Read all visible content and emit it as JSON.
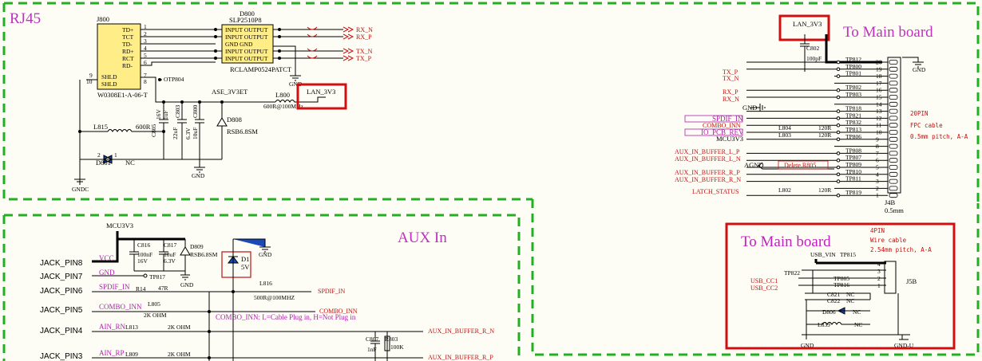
{
  "sections": {
    "rj45_title": "RJ45",
    "aux_title": "AUX In",
    "main_board_top": "To Main board",
    "main_board_bottom": "To Main board"
  },
  "rj45": {
    "connector_ref": "J800",
    "connector_part": "W0308E1-A-06-T",
    "pins_left": [
      "TD+",
      "TCT",
      "TD-",
      "RD+",
      "RCT",
      "RD-"
    ],
    "pin_numbers": [
      "1",
      "2",
      "3",
      "4",
      "5",
      "6"
    ],
    "shld": [
      "SHLD",
      "SHLD"
    ],
    "shld_pins": [
      "9",
      "10",
      "7",
      "8"
    ],
    "tvs_ref": "D800",
    "tvs_part": "SLP2510P8",
    "tvs_part2": "RCLAMP0524PATCT",
    "tvs_rows": [
      "INPUT OUTPUT",
      "INPUT OUTPUT",
      "GND    GND",
      "INPUT OUTPUT",
      "INPUT OUTPUT"
    ],
    "nets_right": [
      "RX_N",
      "RX_P",
      "TX_N",
      "TX_P"
    ],
    "gnd": "GND",
    "otp": "OTP804",
    "ase": "ASE_3V3ET",
    "lan": "LAN_3V3",
    "l800": "L800",
    "l800_val": "600R@100MHz",
    "c805": "C805",
    "c805_val": "1uF",
    "c805_v": "16V",
    "c803": "C803",
    "c803_val": "22uF",
    "c803_v": "6.3V",
    "c800": "C800",
    "c800_val": "10uF",
    "d808": "D808",
    "d808_val": "RSB6.8SM",
    "l815": "L815",
    "l815_val": "600R",
    "d801": "D801",
    "d801_val": "NC",
    "gndc": "GNDC"
  },
  "fpc": {
    "lan": "LAN_3V3",
    "c802": "C802",
    "c802_val": "100pF",
    "gnd": "GND",
    "j4b": "J4B",
    "j4b_pitch": "0.5mm",
    "note": [
      "20PIN",
      "FPC cable",
      "0.5mm pitch, A-A"
    ],
    "left_nets": [
      {
        "label": "TX_P",
        "tp": "TP812",
        "pin": "20"
      },
      {
        "label": "TX_N",
        "tp": "TP800",
        "pin": "19"
      },
      {
        "label": "",
        "tp": "TP801",
        "pin": "18"
      },
      {
        "label": "",
        "tp": "",
        "pin": "17"
      },
      {
        "label": "RX_P",
        "tp": "TP802",
        "pin": "16"
      },
      {
        "label": "RX_N",
        "tp": "TP803",
        "pin": "15"
      },
      {
        "label": "",
        "tp": "",
        "pin": "14"
      },
      {
        "label": "GND",
        "tp": "TP818",
        "pin": "13"
      },
      {
        "label": "SPDIF_IN",
        "tp": "TP821",
        "pin": "12"
      },
      {
        "label": "COMBO_INN",
        "tp": "TP832",
        "pin": "11"
      },
      {
        "label": "IO_PCB_REV",
        "tp": "TP813",
        "pin": "10"
      },
      {
        "label": "MCU3V3",
        "tp": "TP806",
        "pin": "9"
      },
      {
        "label": "",
        "tp": "",
        "pin": "8"
      },
      {
        "label": "AUX_IN_BUFFER_L_P",
        "tp": "TP808",
        "pin": "7"
      },
      {
        "label": "AUX_IN_BUFFER_L_N",
        "tp": "TP807",
        "pin": "6"
      },
      {
        "label": "AGND",
        "tp": "TP809",
        "pin": "5"
      },
      {
        "label": "AUX_IN_BUFFER_R_P",
        "tp": "TP810",
        "pin": "4"
      },
      {
        "label": "AUX_IN_BUFFER_R_N",
        "tp": "TP811",
        "pin": "3"
      },
      {
        "label": "",
        "tp": "",
        "pin": "2"
      },
      {
        "label": "LATCH_STATUS",
        "tp": "TP819",
        "pin": "1"
      }
    ],
    "l804": "L804",
    "l804_val": "120R",
    "l803": "L803",
    "l803_val": "120R",
    "l802": "L802",
    "l802_val": "120R",
    "delete": "Delete R805"
  },
  "wire": {
    "note": [
      "4PIN",
      "Wire cable",
      "2.54mm pitch, A-A"
    ],
    "usb_vin": "USB_VIN",
    "tp815": "TP815",
    "tp822": "TP822",
    "tp805": "TP805",
    "tp816": "TP816",
    "usb_cc1": "USB_CC1",
    "usb_cc2": "USB_CC2",
    "c821": "C821",
    "c822": "C822",
    "nc": "NC",
    "d806": "D806",
    "l839": "L839",
    "j5b": "J5B",
    "gnd": "GND",
    "gnd_u": "GND-U",
    "pins": [
      "4",
      "3",
      "2",
      "1"
    ]
  },
  "aux": {
    "mcu": "MCU3V3",
    "jack_pins": [
      "JACK_PIN8",
      "JACK_PIN7",
      "JACK_PIN6",
      "JACK_PIN5",
      "JACK_PIN4",
      "JACK_PIN3"
    ],
    "vcc": "VCC",
    "gnd": "GND",
    "spdif": "SPDIF_IN",
    "combo": "COMBO_INN",
    "ain_rn": "AIN_RN",
    "ain_rp": "AIN_RP",
    "c816": "C816",
    "c816_val": "100nF",
    "c816_v": "16V",
    "c817": "C817",
    "c817_val": "10uF",
    "c817_v": "6.3V",
    "d809": "D809",
    "d809_val": "RSB6.8SM",
    "tp817": "TP817",
    "r14": "R14",
    "r14_val": "47R",
    "d1": "D1",
    "d1_val": "5V",
    "l816": "L816",
    "l816_val": "500R@100MHZ",
    "spdif_out": "SPDIF_IN",
    "l805": "L805",
    "l805_val": "2K OHM",
    "combo_out": "COMBO_INN",
    "combo_note": "COMBO_INN: L=Cable Plug in, H=Not Plug in",
    "l813": "L813",
    "l813_val": "2K OHM",
    "l809": "L809",
    "l809_val": "2K OHM",
    "out_rn": "AUX_IN_BUFFER_R_N",
    "out_rp": "AUX_IN_BUFFER_R_P",
    "c807": "C807",
    "c807_val": "1nF",
    "r803": "R803",
    "r803_val": "100K",
    "gnd2": "GND"
  }
}
